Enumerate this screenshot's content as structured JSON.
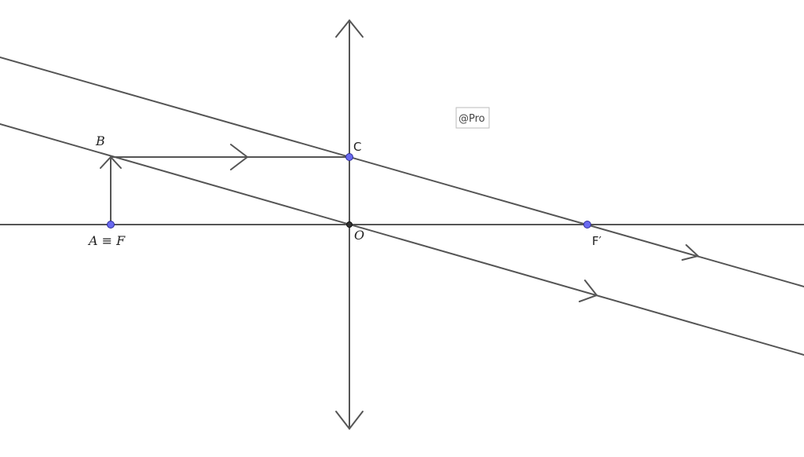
{
  "diagram": {
    "labels": {
      "B": "B",
      "A": "A ≡ F",
      "C": "C",
      "O": "O",
      "Fprime": "F′"
    },
    "watermark": "@Pro",
    "colors": {
      "line": "#555555",
      "point": "#6a6af0",
      "center": "#333333"
    }
  }
}
